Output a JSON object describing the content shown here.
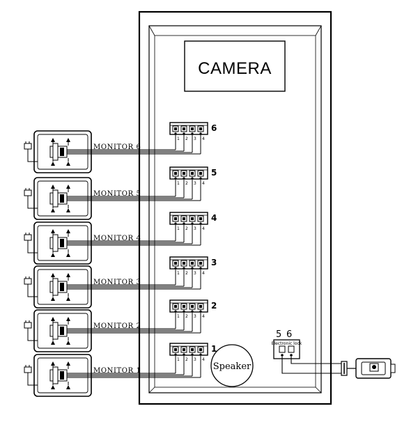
{
  "camera": {
    "title": "CAMERA"
  },
  "speaker": {
    "label": "Speaker"
  },
  "monitors": [
    {
      "label": "MONITOR 6",
      "terminal": "6"
    },
    {
      "label": "MONITOR 5",
      "terminal": "5"
    },
    {
      "label": "MONITOR 4",
      "terminal": "4"
    },
    {
      "label": "MONITOR 3",
      "terminal": "3"
    },
    {
      "label": "MONITOR 2",
      "terminal": "2"
    },
    {
      "label": "MONITOR 1",
      "terminal": "1"
    }
  ],
  "pin_labels": [
    "1",
    "2",
    "3",
    "4"
  ],
  "lock_block": {
    "labels": [
      "5",
      "6"
    ],
    "caption": "Electronic lock"
  }
}
